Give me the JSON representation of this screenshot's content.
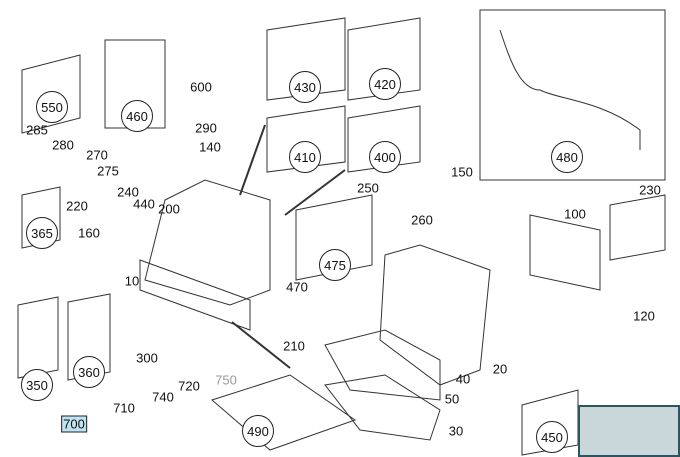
{
  "circled_labels": {
    "c550": "550",
    "c460": "460",
    "c430": "430",
    "c420": "420",
    "c410": "410",
    "c400": "400",
    "c480": "480",
    "c365": "365",
    "c475": "475",
    "c350": "350",
    "c360": "360",
    "c490": "490",
    "c450": "450"
  },
  "labels": {
    "l600": "600",
    "l285": "285",
    "l280": "280",
    "l270": "270",
    "l275": "275",
    "l290": "290",
    "l140": "140",
    "l150": "150",
    "l250": "250",
    "l260": "260",
    "l240": "240",
    "l440": "440",
    "l200": "200",
    "l220": "220",
    "l160": "160",
    "l230": "230",
    "l100": "100",
    "l120": "120",
    "l10": "10",
    "l470": "470",
    "l210": "210",
    "l300": "300",
    "l750": "750",
    "l720": "720",
    "l740": "740",
    "l710": "710",
    "l700": "700",
    "l40": "40",
    "l20": "20",
    "l50": "50",
    "l30": "30"
  }
}
